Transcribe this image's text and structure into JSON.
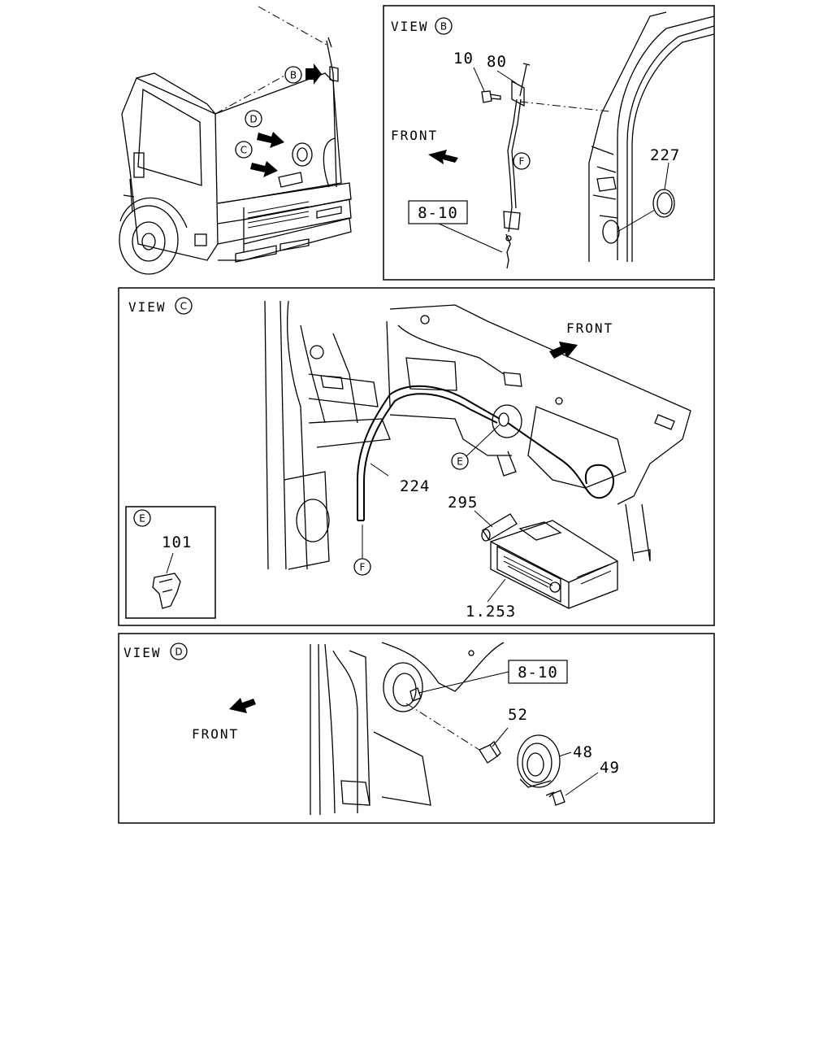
{
  "views": {
    "b": {
      "title": "VIEW",
      "letter": "B"
    },
    "c": {
      "title": "VIEW",
      "letter": "C"
    },
    "d": {
      "title": "VIEW",
      "letter": "D"
    }
  },
  "detail_e": {
    "letter": "E"
  },
  "overview_callouts": [
    "B",
    "D",
    "C"
  ],
  "labels": {
    "front": "FRONT",
    "p10": "10",
    "p80": "80",
    "p227": "227",
    "ref_8_10": "8-10",
    "p224": "224",
    "p295": "295",
    "p1253": "1.253",
    "p101": "101",
    "p52": "52",
    "p48": "48",
    "p49": "49"
  },
  "markers": {
    "e": "E",
    "f": "F"
  }
}
